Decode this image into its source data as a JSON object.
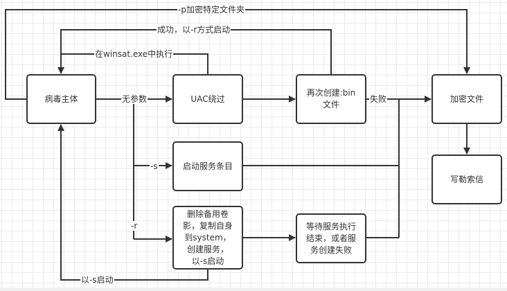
{
  "diagram": {
    "nodes": {
      "virus_main": "病毒主体",
      "uac_bypass": "UAC绕过",
      "recreate_bin": "再次创建:bin\n文件",
      "encrypt_files": "加密文件",
      "write_ransom_note": "写勒索信",
      "start_service_entry": "启动服务条目",
      "delete_shadow_copies": "删除备用卷\n影，复制自身\n到system，\n创建服务，\n以-s启动",
      "wait_service": "等待服务执行\n结束，或者服\n务创建失败"
    },
    "edges": {
      "p_encrypt_folder": "-p加密特定文件夹",
      "success_r_start": "成功，以-r方式启动",
      "run_in_winsat": "在winsat.exe中执行",
      "no_params": "无参数",
      "failure": "失败",
      "s_flag": "-s",
      "r_flag": "-r",
      "start_with_s": "以-s启动"
    }
  }
}
